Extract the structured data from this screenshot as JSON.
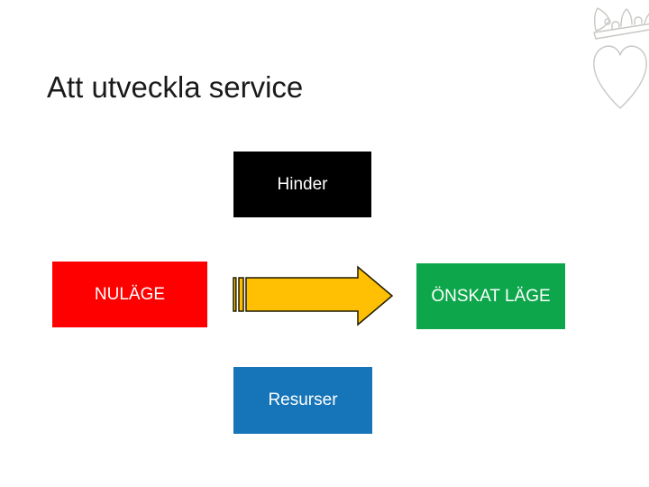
{
  "slide": {
    "title": "Att utveckla service",
    "title_color": "#1a1a1a",
    "background": "#ffffff"
  },
  "logo": {
    "description": "crown-above-heart outline emblem, clipped at right slide edge",
    "outline_color": "#c7c7c3"
  },
  "diagram": {
    "hinder": {
      "label": "Hinder",
      "fill": "#000000",
      "text_color": "#ffffff",
      "position": "top-center"
    },
    "nulage": {
      "label": "NULÄGE",
      "fill": "#fe0000",
      "text_color": "#ffffff",
      "position": "middle-left"
    },
    "onskat_lage": {
      "label": "ÖNSKAT LÄGE",
      "fill": "#0da64b",
      "text_color": "#ffffff",
      "position": "middle-right"
    },
    "resurser": {
      "label": "Resurser",
      "fill": "#1674b8",
      "text_color": "#ffffff",
      "position": "bottom-center"
    },
    "arrow": {
      "shape": "striped-right-arrow",
      "direction": "right",
      "fill": "#ffc003",
      "stroke": "#1f1a00"
    }
  }
}
